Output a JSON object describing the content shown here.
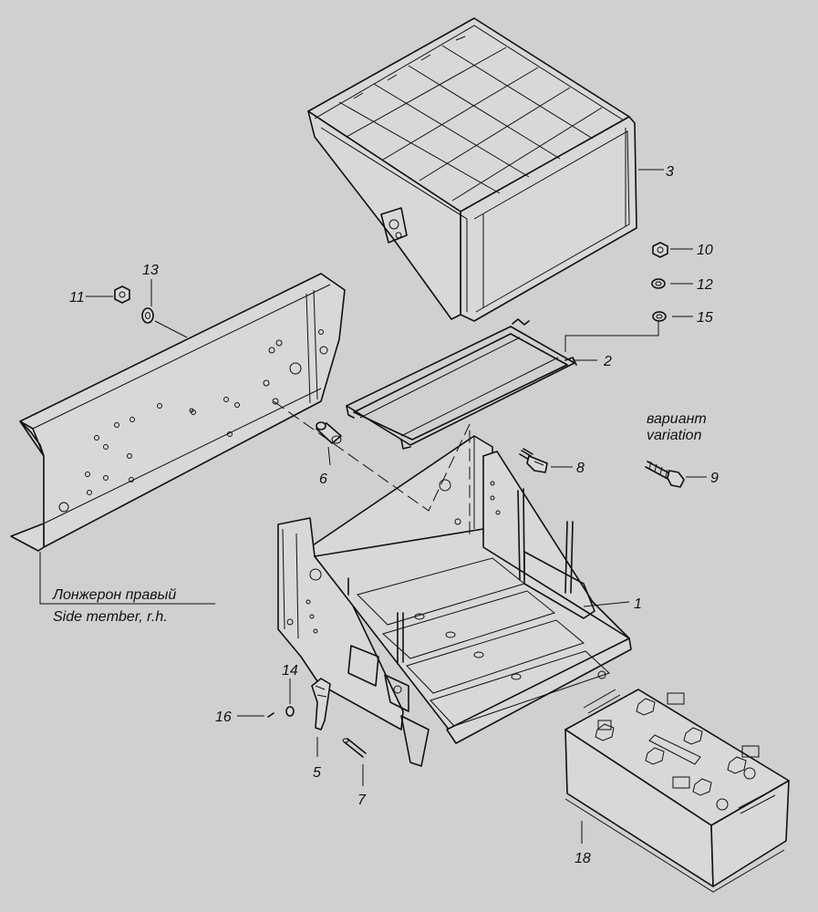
{
  "labels": {
    "p1": "1",
    "p2": "2",
    "p3": "3",
    "p5": "5",
    "p6": "6",
    "p7": "7",
    "p8": "8",
    "p9": "9",
    "p10": "10",
    "p11": "11",
    "p12": "12",
    "p13": "13",
    "p14": "14",
    "p15": "15",
    "p16": "16",
    "p18": "18"
  },
  "captions": {
    "variant_ru": "вариант",
    "variant_en": "variation",
    "side_member_ru": "Лонжерон правый",
    "side_member_en": "Side member, r.h."
  }
}
